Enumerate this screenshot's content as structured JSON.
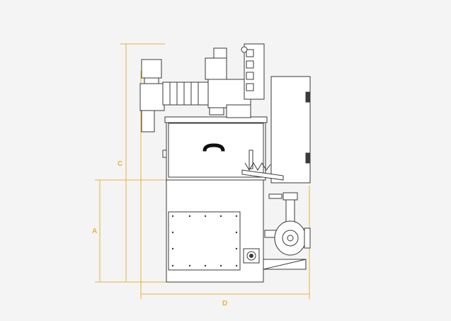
{
  "colors": {
    "background": "#f4f4f5",
    "dimension": "#e8b23a",
    "line": "#3a3a3a",
    "fill": "#ffffff"
  },
  "dimensions": {
    "a": "A",
    "c": "C",
    "d": "D"
  }
}
